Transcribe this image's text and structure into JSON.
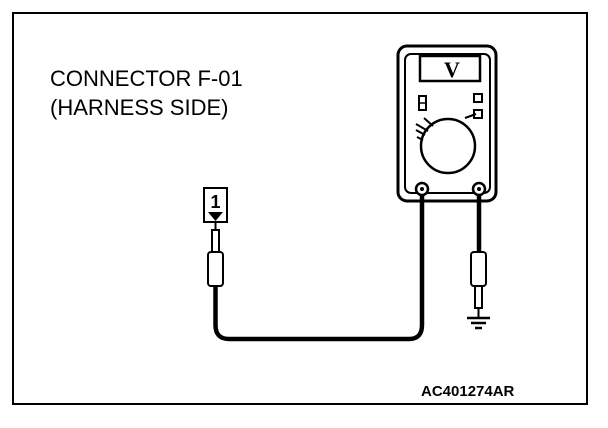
{
  "connector": {
    "line1": "CONNECTOR F-01",
    "line2": "(HARNESS SIDE)",
    "terminal_number": "1"
  },
  "meter": {
    "display_symbol": "V"
  },
  "figure_code": "AC401274AR"
}
